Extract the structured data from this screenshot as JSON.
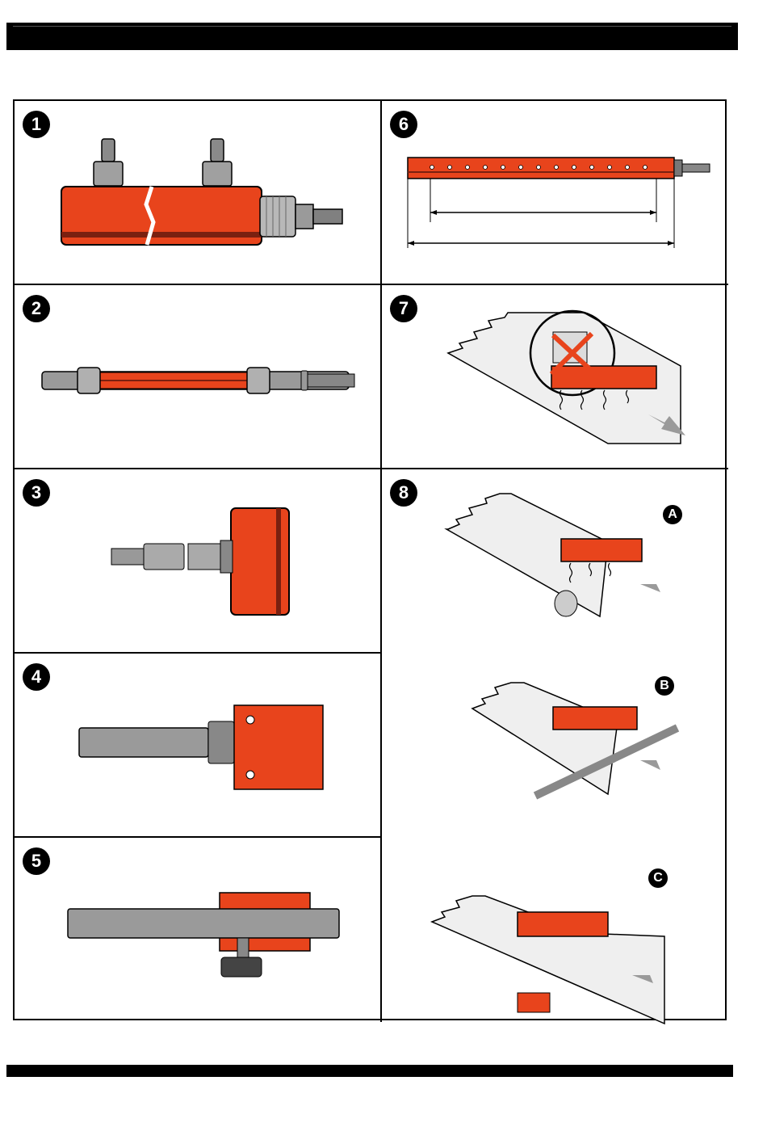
{
  "panels": [
    {
      "id": "1",
      "badge": "1"
    },
    {
      "id": "2",
      "badge": "2"
    },
    {
      "id": "3",
      "badge": "3"
    },
    {
      "id": "4",
      "badge": "4"
    },
    {
      "id": "5",
      "badge": "5"
    },
    {
      "id": "6",
      "badge": "6"
    },
    {
      "id": "7",
      "badge": "7"
    },
    {
      "id": "8",
      "badge": "8",
      "sub_labels": [
        "A",
        "B",
        "C"
      ]
    }
  ],
  "colors": {
    "bar_orange": "#e8441c",
    "bar_dark": "#7a2010",
    "metal": "#9a9a9a",
    "outline": "#000000"
  },
  "icons": [
    "warning-cross-icon",
    "airflow-arrow-icon",
    "ground-symbol-icon"
  ]
}
